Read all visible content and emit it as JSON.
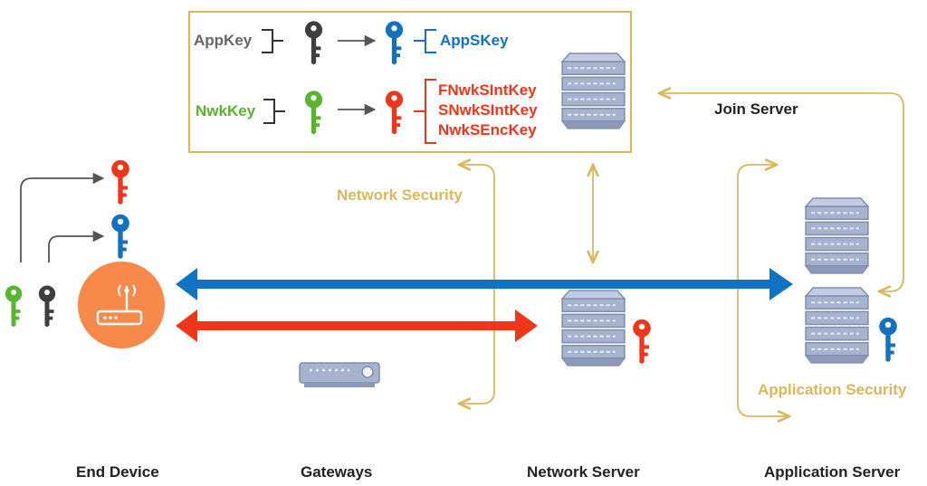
{
  "join_box": {
    "app_key": "AppKey",
    "app_s_key": "AppSKey",
    "nwk_key": "NwkKey",
    "derived_keys": [
      "FNwkSIntKey",
      "SNwkSIntKey",
      "NwkSEncKey"
    ]
  },
  "labels": {
    "join_server": "Join Server",
    "network_security": "Network Security",
    "application_security": "Application Security"
  },
  "columns": [
    "End Device",
    "Gateways",
    "Network Server",
    "Application Server"
  ],
  "colors": {
    "key_gray": "#3f3f3f",
    "key_green": "#59b52c",
    "key_blue": "#1272bf",
    "key_red": "#f0361a",
    "gold": "#dcb75a",
    "device_orange": "#f7894a",
    "server_blue": "#a6b3cf"
  }
}
